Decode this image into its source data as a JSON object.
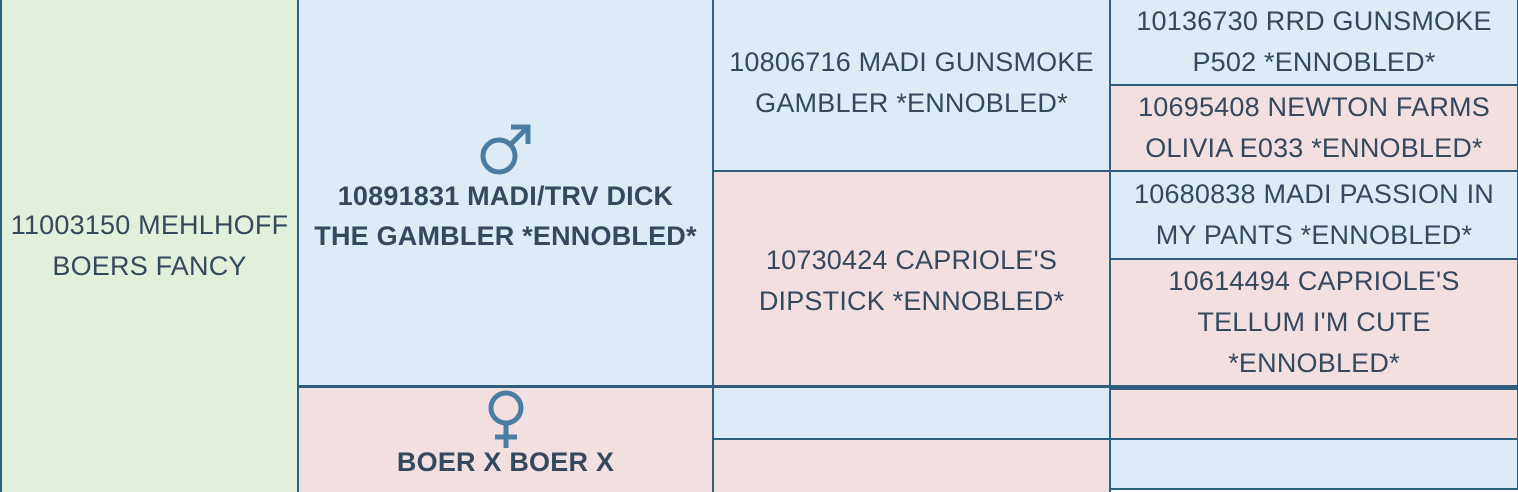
{
  "subject": {
    "name": "11003150 MEHLHOFF BOERS FANCY"
  },
  "sire": {
    "symbol": "male-symbol-icon",
    "name": "10891831 MADI/TRV DICK THE GAMBLER *ENNOBLED*",
    "sire": {
      "name": "10806716 MADI GUNSMOKE GAMBLER *ENNOBLED*",
      "sire": {
        "name": "10136730 RRD GUNSMOKE P502 *ENNOBLED*"
      },
      "dam": {
        "name": "10695408 NEWTON FARMS OLIVIA E033 *ENNOBLED*"
      }
    },
    "dam": {
      "name": "10730424 CAPRIOLE'S DIPSTICK *ENNOBLED*",
      "sire": {
        "name": "10680838 MADI PASSION IN MY PANTS *ENNOBLED*"
      },
      "dam": {
        "name": "10614494 CAPRIOLE'S TELLUM I'M CUTE *ENNOBLED*"
      }
    }
  },
  "dam": {
    "symbol": "female-symbol-icon",
    "name": "BOER X BOER X",
    "sire": {
      "name": ""
    },
    "dam": {
      "name": ""
    }
  },
  "colors": {
    "subject_bg": "#e2efda",
    "male_bg": "#dcebf5",
    "female_bg": "#f2dfe0",
    "border": "#2f5f7f",
    "symbol": "#4a7da1"
  }
}
